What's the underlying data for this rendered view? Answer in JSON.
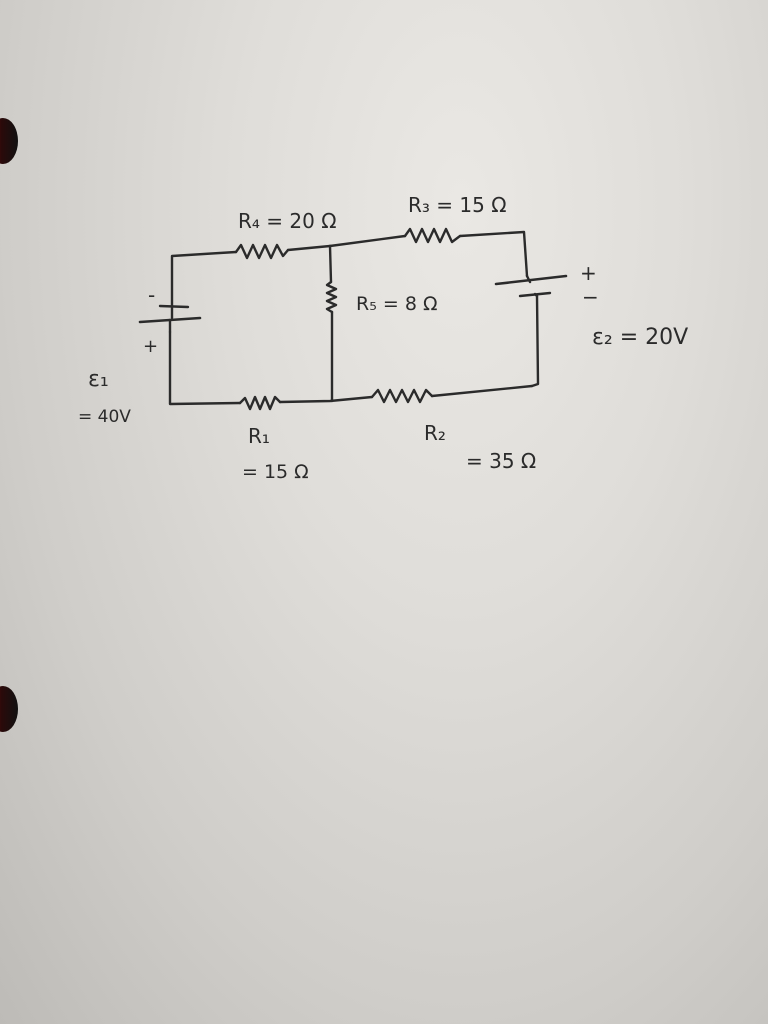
{
  "emf1": {
    "symbol": "ε₁",
    "value": "= 40V",
    "minus": "-",
    "plus": "+"
  },
  "emf2": {
    "text": "ε₂ = 20V",
    "plus": "+",
    "minus": "−"
  },
  "r1": {
    "name": "R₁",
    "value": "= 15 Ω"
  },
  "r2": {
    "name": "R₂",
    "value": "= 35 Ω"
  },
  "r3": {
    "text": "R₃ = 15 Ω"
  },
  "r4": {
    "text": "R₄ = 20 Ω"
  },
  "r5": {
    "text": "R₅ = 8 Ω"
  }
}
